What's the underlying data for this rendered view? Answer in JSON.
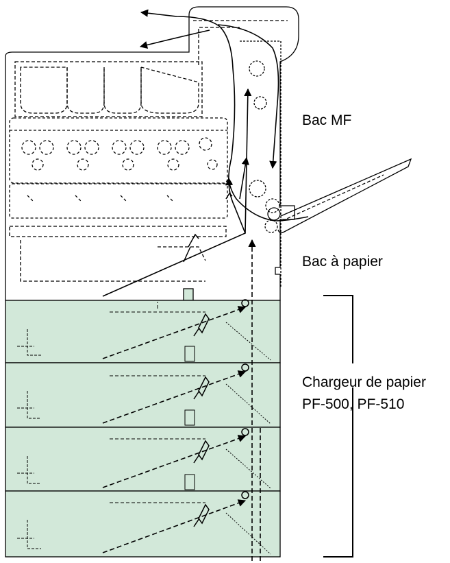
{
  "labels": {
    "mp_tray": "Bac MF",
    "paper_tray": "Bac à papier",
    "feeder_line1": "Chargeur de papier",
    "feeder_line2": "PF-500, PF-510"
  },
  "colors": {
    "feeder_fill": "#d2e8d9",
    "line": "#000000",
    "dashed": "#555555"
  },
  "feeder_count": 4
}
